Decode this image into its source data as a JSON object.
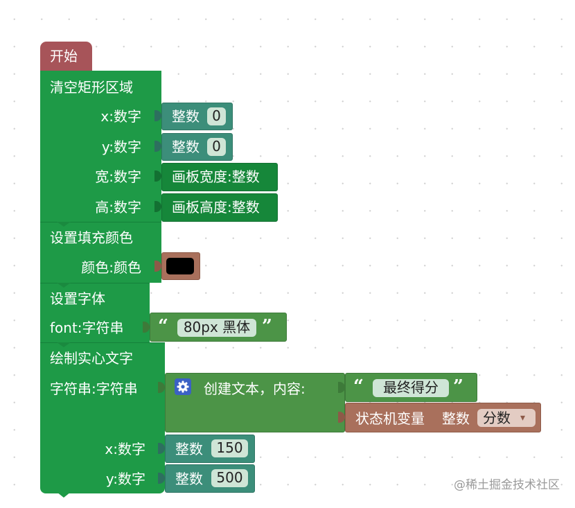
{
  "blocks": {
    "start": "开始",
    "clear_rect": {
      "title": "清空矩形区域",
      "x_label": "x:数字",
      "x_block": "整数",
      "x_value": "0",
      "y_label": "y:数字",
      "y_block": "整数",
      "y_value": "0",
      "w_label": "宽:数字",
      "w_value": "画板宽度:整数",
      "h_label": "高:数字",
      "h_value": "画板高度:整数"
    },
    "fill_color": {
      "title": "设置填充颜色",
      "color_label": "颜色:颜色",
      "swatch": "#000000"
    },
    "set_font": {
      "title": "设置字体",
      "font_label": "font:字符串",
      "open_quote": "“",
      "font_value": "80px 黑体",
      "close_quote": "”"
    },
    "fill_text": {
      "title": "绘制实心文字",
      "string_label": "字符串:字符串",
      "create_text": "创建文本，内容:",
      "open_quote": "“",
      "text_value": "最终得分",
      "close_quote": "”",
      "state_var": "状态机变量",
      "int_type": "整数",
      "var_name": "分数",
      "dropdown_arrow": "▾",
      "x_label": "x:数字",
      "x_block": "整数",
      "x_value": "150",
      "y_label": "y:数字",
      "y_block": "整数",
      "y_value": "500"
    }
  },
  "watermark": "@稀土掘金技术社区",
  "colors": {
    "start_block": "#a75459",
    "statement_block": "#1e9a47",
    "integer_block": "#3c8e7a",
    "string_block": "#4c9447",
    "color_block": "#a9705c",
    "variable_block": "#a9705c",
    "gear_icon": "#3b61c4"
  },
  "icons": {
    "gear": "gear-icon"
  }
}
